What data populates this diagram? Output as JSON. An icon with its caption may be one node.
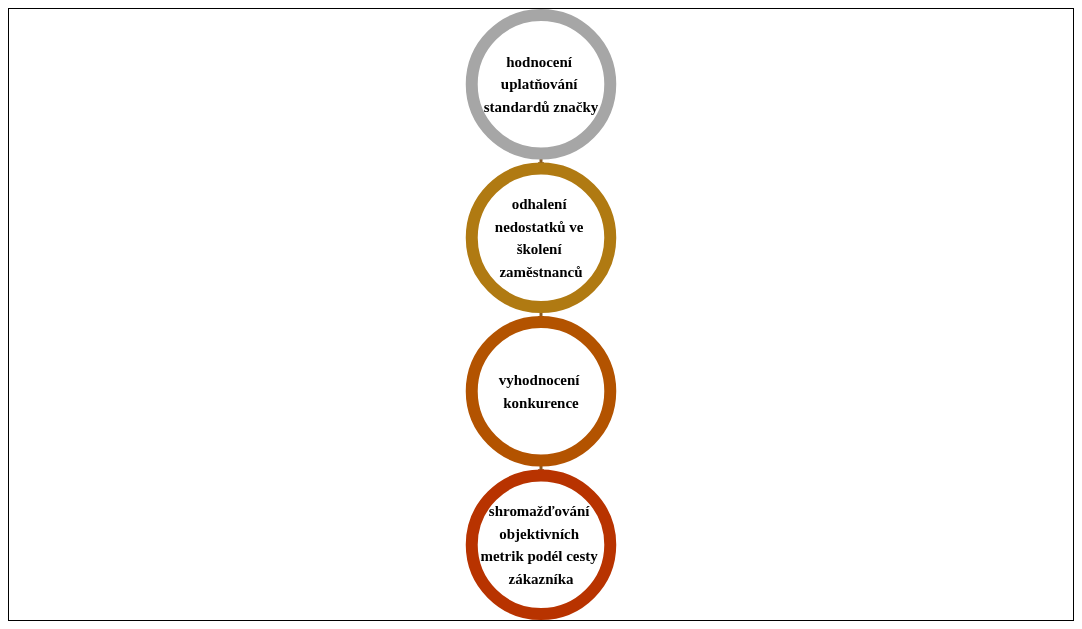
{
  "diagram": {
    "nodes": [
      {
        "text": [
          "hodnocení uplatňování standardů značky"
        ]
      },
      {
        "text": [
          "odhalení nedostatků ve školení zaměstnanců"
        ]
      },
      {
        "text": [
          "vyhodnocení konkurence"
        ]
      },
      {
        "text": [
          "shromažďování objektivních metrik podél cesty zákazníka"
        ]
      }
    ],
    "edges": [
      {
        "from": 0,
        "to": 1,
        "arrow": "to"
      },
      {
        "from": 1,
        "to": 2,
        "arrow": "to"
      },
      {
        "from": 2,
        "to": 3,
        "arrow": "to"
      }
    ]
  }
}
